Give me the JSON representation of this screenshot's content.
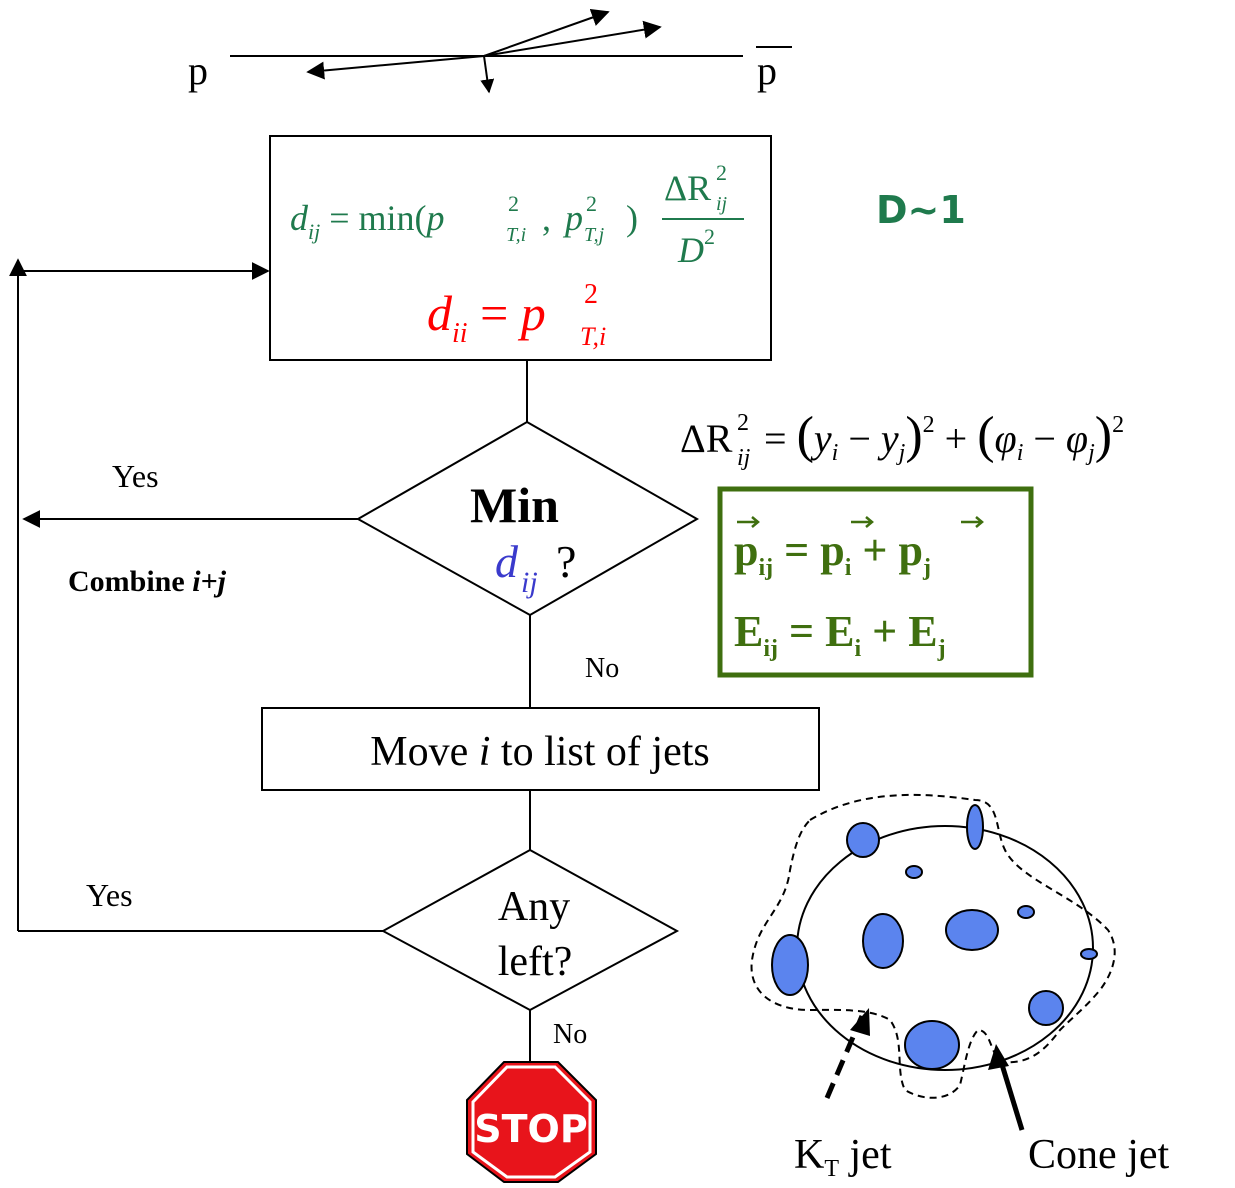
{
  "collision": {
    "left_label": "p",
    "right_label": "p"
  },
  "formula_box": {
    "dij": {
      "lhs": "d",
      "lhs_sub": "ij",
      "eq": " = min(",
      "p1": "p",
      "p1_sup": "2",
      "p1_sub": "T,i",
      "comma": ", ",
      "p2": "p",
      "p2_sup": "2",
      "p2_sub": "T,j",
      "close": ")",
      "num": "ΔR",
      "num_sup": "2",
      "num_sub": "ij",
      "den": "D",
      "den_sup": "2",
      "color": "#1f7a4d"
    },
    "dii": {
      "lhs": "d",
      "lhs_sub": "ii",
      "eq": " = ",
      "rhs": "p",
      "rhs_sup": "2",
      "rhs_sub": "T,i",
      "color": "#ff0000"
    }
  },
  "d_note": {
    "text": "D~1",
    "color": "#1f7a4d"
  },
  "delta_r": {
    "lhs": "ΔR",
    "lhs_sup": "2",
    "lhs_sub": "ij",
    "eq": " = ",
    "open1": "(",
    "y1": "y",
    "y1_sub": "i",
    "minus1": " − ",
    "y2": "y",
    "y2_sub": "j",
    "close1": ")",
    "sq1": "2",
    "plus": " + ",
    "open2": "(",
    "phi1": "φ",
    "phi1_sub": "i",
    "minus2": " − ",
    "phi2": "φ",
    "phi2_sub": "j",
    "close2": ")",
    "sq2": "2"
  },
  "combine_box": {
    "color": "#3f6f0f",
    "line1": {
      "lhs": "p",
      "lhs_sub": "ij",
      "eq": " = ",
      "a": "p",
      "a_sub": "i",
      "plus": " + ",
      "b": "p",
      "b_sub": "j"
    },
    "line2": {
      "lhs": "E",
      "lhs_sub": "ij",
      "eq": " = ",
      "a": "E",
      "a_sub": "i",
      "plus": " + ",
      "b": "E",
      "b_sub": "j"
    }
  },
  "decision1": {
    "title": "Min",
    "var": "d",
    "var_sub": "ij",
    "q": "?",
    "var_color": "#3a3acc"
  },
  "decision1_yes": "Yes",
  "combine_label": {
    "bold": "Combine ",
    "italic": "i+j"
  },
  "decision1_no": "No",
  "move_box": {
    "pre": "Move ",
    "var": "i",
    "post": " to list of jets"
  },
  "decision2": {
    "line1": "Any",
    "line2": "left?"
  },
  "decision2_yes": "Yes",
  "decision2_no": "No",
  "stop_sign": {
    "text": "STOP",
    "color": "#e8141b"
  },
  "jets": {
    "blob_color": "#5b84ee",
    "kt_label": {
      "k": "K",
      "sub": "T",
      "rest": " jet"
    },
    "cone_label": "Cone jet"
  }
}
